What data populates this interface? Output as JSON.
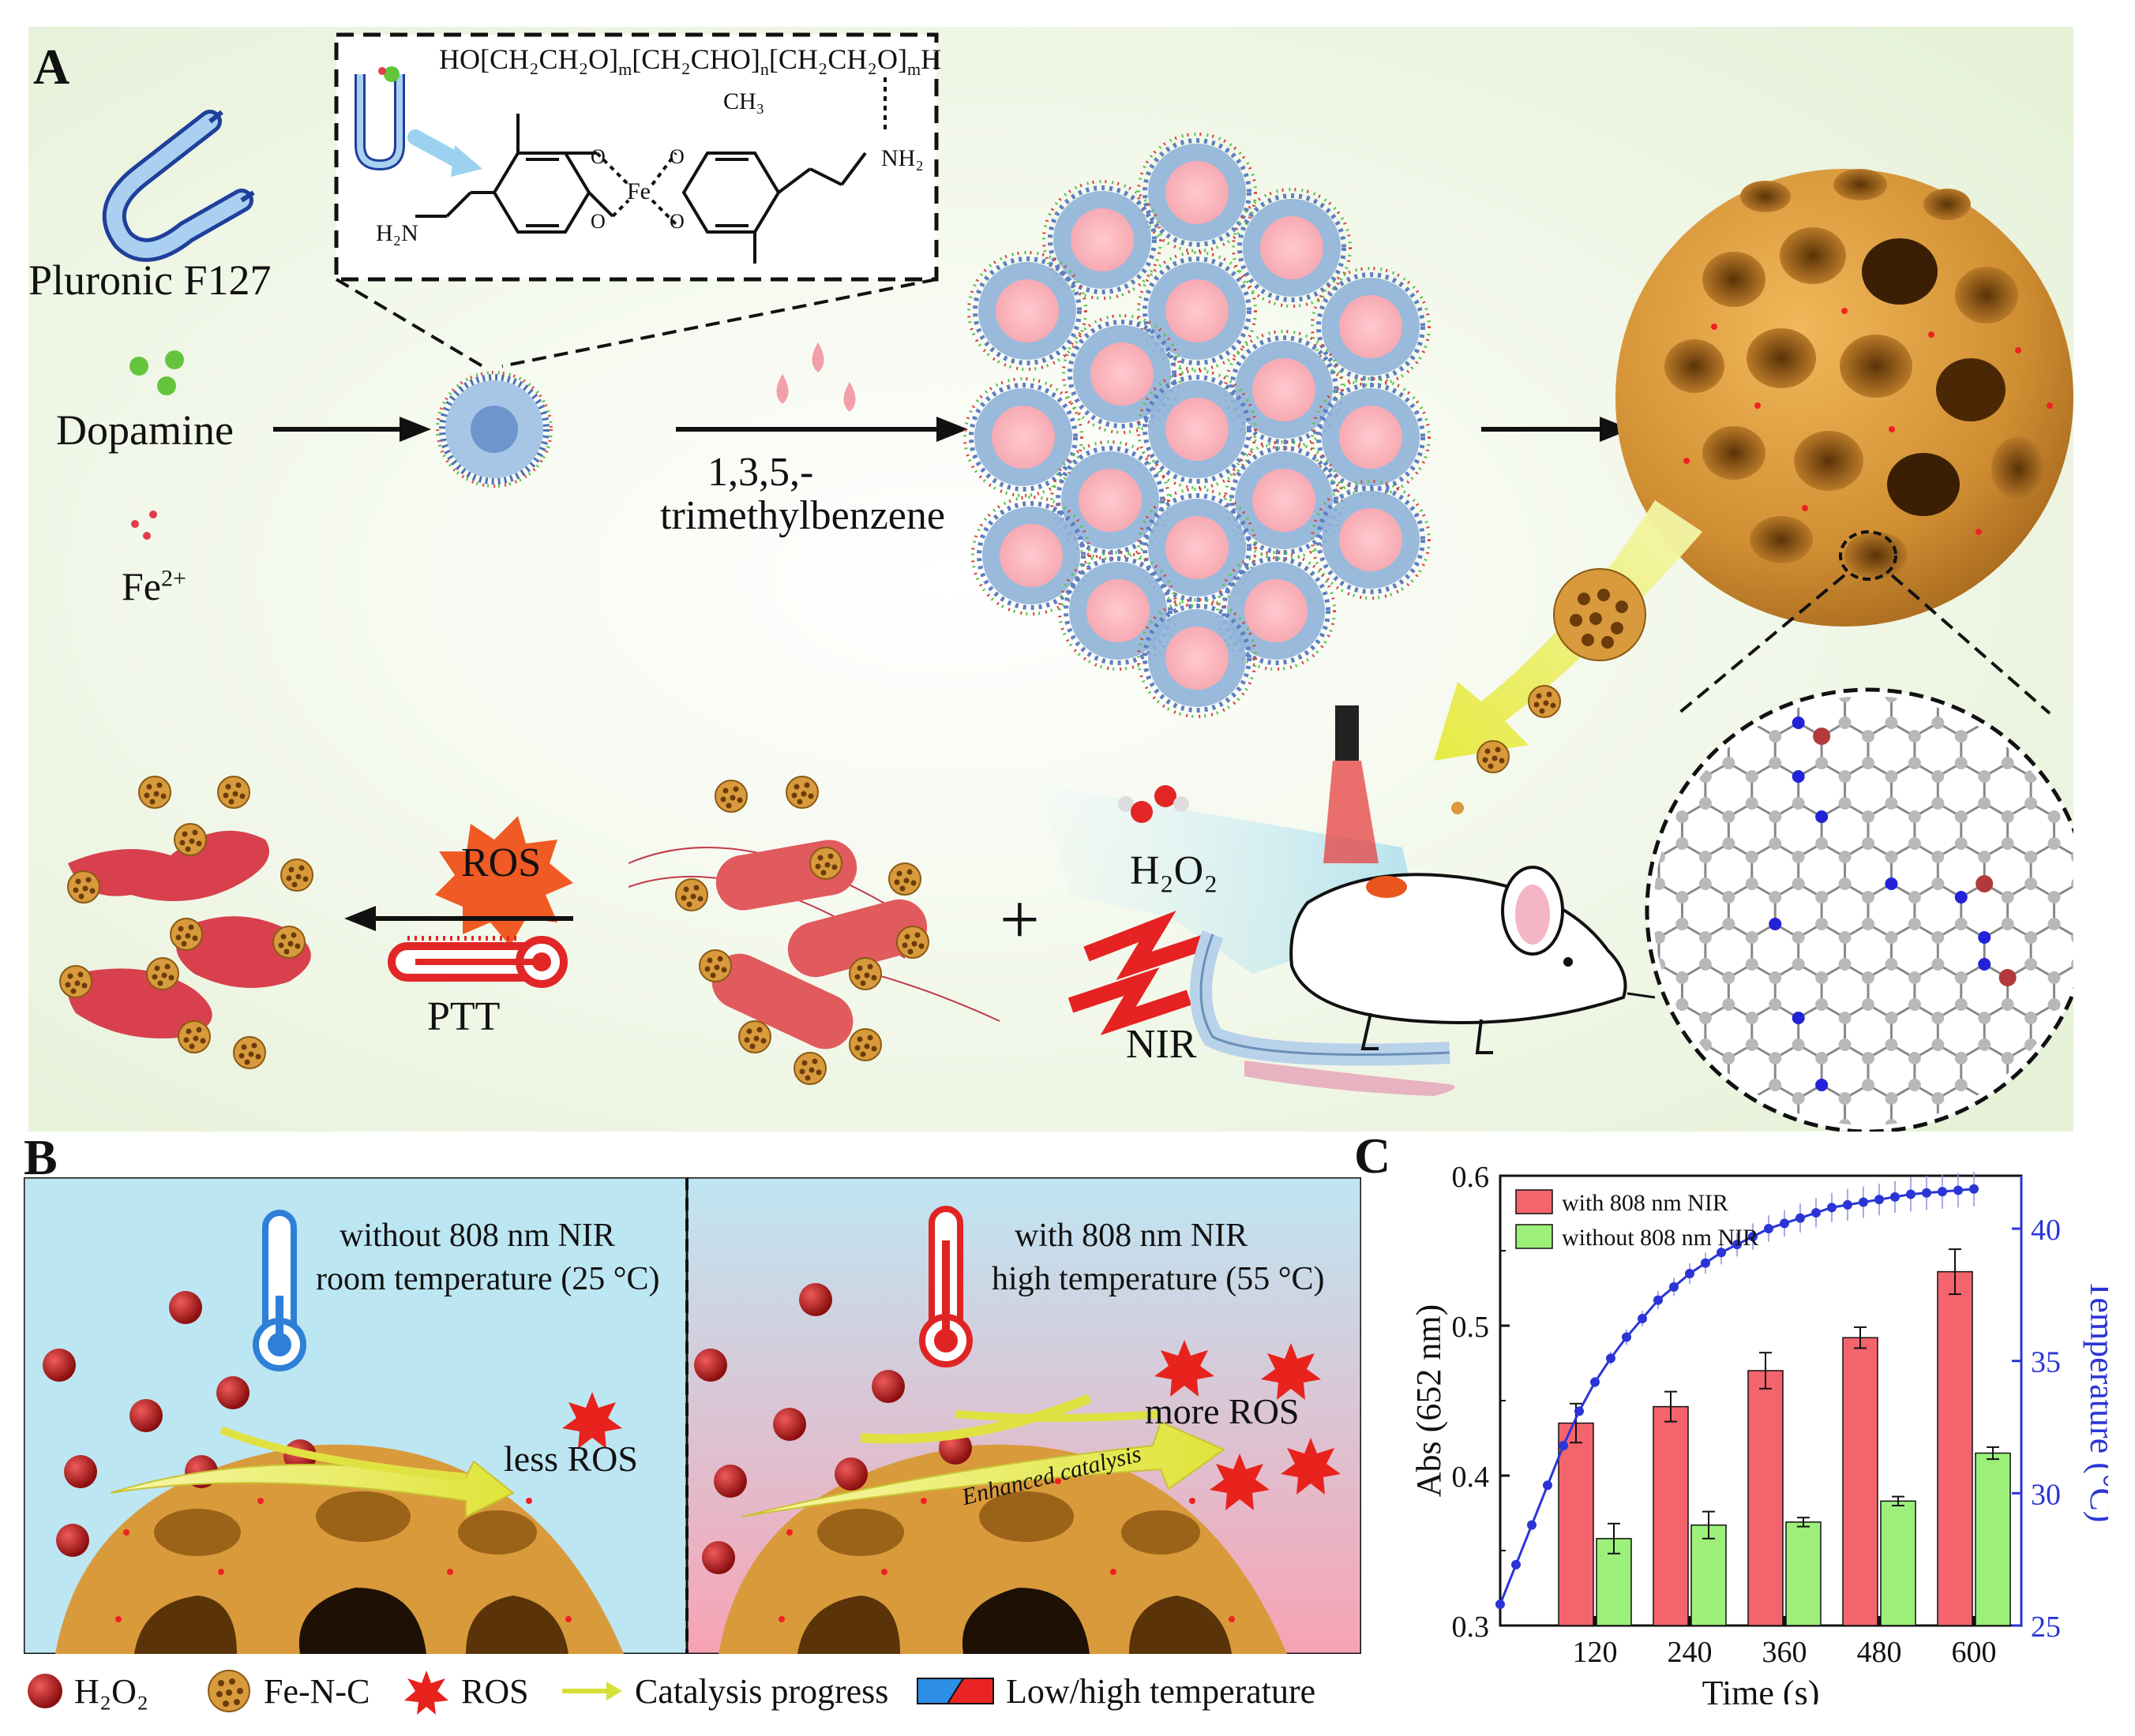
{
  "panelA": {
    "letter": "A",
    "reagents": {
      "pluronic": "Pluronic F127",
      "dopamine": "Dopamine",
      "iron_base": "Fe",
      "iron_charge": "2+"
    },
    "polymer_formula": {
      "start": "HO",
      "eo_unit": "CH₂CH₂O",
      "po_unit": "CH₂CHO",
      "po_branch": "CH₃",
      "end": "H",
      "subscript_m": "m",
      "subscript_n": "n",
      "amine": "NH₂",
      "amine_left": "H₂N",
      "metal": "Fe",
      "oxygen": "O"
    },
    "step_reagent_line1": "1,3,5,-",
    "step_reagent_line2": "trimethylbenzene",
    "ros_label": "ROS",
    "ptt_label": "PTT",
    "h2o2_label": "H₂O₂",
    "nir_label": "NIR",
    "plus": "+"
  },
  "panelB": {
    "letter": "B",
    "left_text_line1": "without 808 nm NIR",
    "left_text_line2": "room temperature (25 °C)",
    "left_result": "less ROS",
    "right_text_line1": "with 808 nm NIR",
    "right_text_line2": "high temperature (55 °C)",
    "right_result": "more ROS",
    "arrow_text": "Enhanced catalysis",
    "colors": {
      "low": "#bfe6f3",
      "high": "#f2a3b0",
      "sphere": "#d99a3b",
      "h2o2": "#b81c1c",
      "ros": "#e8221c"
    }
  },
  "legend": {
    "h2o2": "H₂O₂",
    "fenc": "Fe-N-C",
    "ros": "ROS",
    "catalysis": "Catalysis progress",
    "temperature": "Low/high temperature"
  },
  "panelC": {
    "letter": "C"
  },
  "chart_data": {
    "type": "bar",
    "xlabel": "Time (s)",
    "ylabel": "Abs (652 nm)",
    "y2label": "Temperature (°C)",
    "categories": [
      "120",
      "240",
      "360",
      "480",
      "600"
    ],
    "x": [
      120,
      240,
      360,
      480,
      600
    ],
    "xlim": [
      0,
      660
    ],
    "ylim": [
      0.3,
      0.6
    ],
    "y2lim": [
      25,
      42
    ],
    "yticks": [
      "0.3",
      "0.4",
      "0.5",
      "0.6"
    ],
    "y2ticks": [
      "25",
      "30",
      "35",
      "40"
    ],
    "legend_position": "top-left",
    "series": [
      {
        "name": "with 808 nm NIR",
        "color": "#f4646c",
        "values": [
          0.435,
          0.446,
          0.47,
          0.492,
          0.536
        ],
        "errors": [
          0.013,
          0.01,
          0.012,
          0.007,
          0.015
        ]
      },
      {
        "name": "without 808 nm NIR",
        "color": "#9cf07a",
        "values": [
          0.358,
          0.367,
          0.369,
          0.383,
          0.415
        ],
        "errors": [
          0.01,
          0.009,
          0.003,
          0.003,
          0.004
        ]
      }
    ],
    "line_series": {
      "color": "#2b35d6",
      "x": [
        0,
        20,
        40,
        60,
        80,
        100,
        120,
        140,
        160,
        180,
        200,
        220,
        240,
        260,
        280,
        300,
        320,
        340,
        360,
        380,
        400,
        420,
        440,
        460,
        480,
        500,
        520,
        540,
        560,
        580,
        600
      ],
      "values": [
        25.8,
        27.3,
        28.8,
        30.3,
        31.8,
        33.1,
        34.2,
        35.1,
        35.9,
        36.6,
        37.3,
        37.8,
        38.3,
        38.7,
        39.1,
        39.4,
        39.7,
        40.0,
        40.2,
        40.4,
        40.6,
        40.8,
        40.9,
        41.0,
        41.1,
        41.2,
        41.3,
        41.35,
        41.4,
        41.45,
        41.5
      ],
      "errors": [
        0,
        0,
        0,
        0,
        0,
        0,
        0.2,
        0.25,
        0.3,
        0.3,
        0.35,
        0.35,
        0.4,
        0.4,
        0.45,
        0.45,
        0.5,
        0.5,
        0.5,
        0.55,
        0.55,
        0.55,
        0.6,
        0.6,
        0.6,
        0.6,
        0.65,
        0.65,
        0.65,
        0.65,
        0.65
      ]
    }
  }
}
